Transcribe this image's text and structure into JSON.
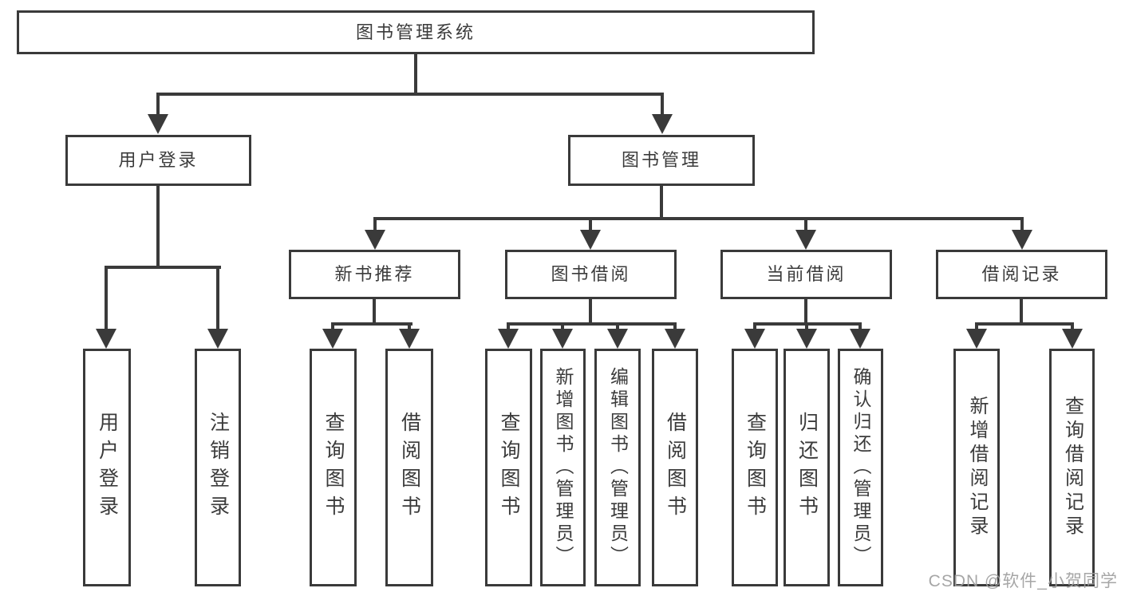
{
  "colors": {
    "line": "#3a3a3a",
    "text": "#3b3b3b",
    "background": "#ffffff",
    "watermark": "#9e9e9e"
  },
  "nodes": {
    "root": "图书管理系统",
    "user_login": "用户登录",
    "book_mgmt": "图书管理",
    "new_book_rec": "新书推荐",
    "book_borrow": "图书借阅",
    "current_borrow": "当前借阅",
    "borrow_record": "借阅记录",
    "leaf_user_login": "用户登录",
    "leaf_logout": "注销登录",
    "leaf_rec_query": "查询图书",
    "leaf_rec_borrow": "借阅图书",
    "leaf_bb_query": "查询图书",
    "leaf_bb_add": "新增图书（管理员）",
    "leaf_bb_edit": "编辑图书（管理员）",
    "leaf_bb_borrow": "借阅图书",
    "leaf_cb_query": "查询图书",
    "leaf_cb_return": "归还图书",
    "leaf_cb_confirm": "确认归还（管理员）",
    "leaf_br_add": "新增借阅记录",
    "leaf_br_query": "查询借阅记录"
  },
  "tree": {
    "图书管理系统": {
      "用户登录": [
        "用户登录",
        "注销登录"
      ],
      "图书管理": {
        "新书推荐": [
          "查询图书",
          "借阅图书"
        ],
        "图书借阅": [
          "查询图书",
          "新增图书（管理员）",
          "编辑图书（管理员）",
          "借阅图书"
        ],
        "当前借阅": [
          "查询图书",
          "归还图书",
          "确认归还（管理员）"
        ],
        "借阅记录": [
          "新增借阅记录",
          "查询借阅记录"
        ]
      }
    }
  },
  "watermark": "CSDN @软件_小贺同学"
}
